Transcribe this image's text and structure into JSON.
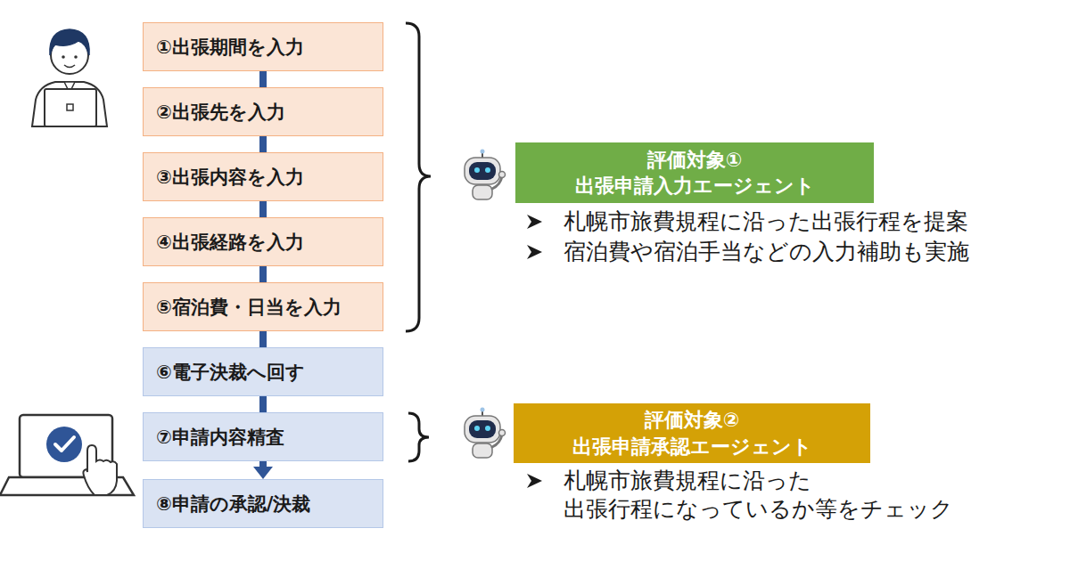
{
  "diagram": {
    "nodes": [
      {
        "text": [
          "①出張期間を入力"
        ]
      },
      {
        "text": [
          "②出張先を入力"
        ]
      },
      {
        "text": [
          "③出張内容を入力"
        ]
      },
      {
        "text": [
          "④出張経路を入力"
        ]
      },
      {
        "text": [
          "⑤宿泊費・日当を入力"
        ]
      },
      {
        "text": [
          "⑥電子決裁へ回す"
        ]
      },
      {
        "text": [
          "⑦申請内容精査"
        ]
      },
      {
        "text": [
          "⑧申請の承認/決裁"
        ]
      },
      {
        "text": [
          "評価対象①",
          "出張申請入力エージェント"
        ]
      },
      {
        "text": [
          "評価対象②",
          "出張申請承認エージェント"
        ]
      }
    ],
    "edges": [
      {
        "from": 0,
        "to": 1,
        "arrow": "none"
      },
      {
        "from": 1,
        "to": 2,
        "arrow": "none"
      },
      {
        "from": 2,
        "to": 3,
        "arrow": "none"
      },
      {
        "from": 3,
        "to": 4,
        "arrow": "none"
      },
      {
        "from": 4,
        "to": 5,
        "arrow": "none"
      },
      {
        "from": 5,
        "to": 6,
        "arrow": "none"
      },
      {
        "from": 6,
        "to": 7,
        "arrow": "to"
      }
    ],
    "labels": [
      "札幌市旅費規程に沿った出張行程を提案",
      "宿泊費や宿泊手当などの入力補助も実施",
      "札幌市旅費規程に沿った 出張行程になっているか等をチェック"
    ]
  }
}
